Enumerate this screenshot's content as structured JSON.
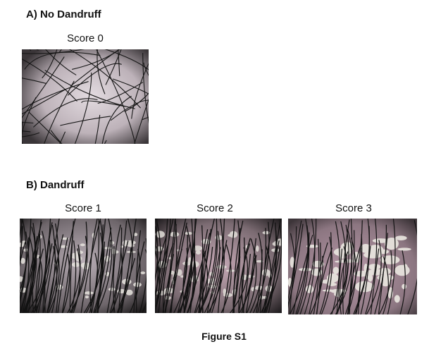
{
  "sectionA": {
    "label": "A) No Dandruff",
    "panels": [
      {
        "score": "Score 0",
        "image": "scalp-micrograph-no-dandruff"
      }
    ]
  },
  "sectionB": {
    "label": "B) Dandruff",
    "panels": [
      {
        "score": "Score 1",
        "image": "scalp-micrograph-dandruff-mild"
      },
      {
        "score": "Score 2",
        "image": "scalp-micrograph-dandruff-moderate"
      },
      {
        "score": "Score 3",
        "image": "scalp-micrograph-dandruff-severe"
      }
    ]
  },
  "figure": {
    "caption": "Figure S1"
  },
  "colors": {
    "scalp_clean": "#c9bfc6",
    "scalp_pink": "#b79ca8",
    "flake": "#e6e3dd",
    "hair": "#151515"
  }
}
